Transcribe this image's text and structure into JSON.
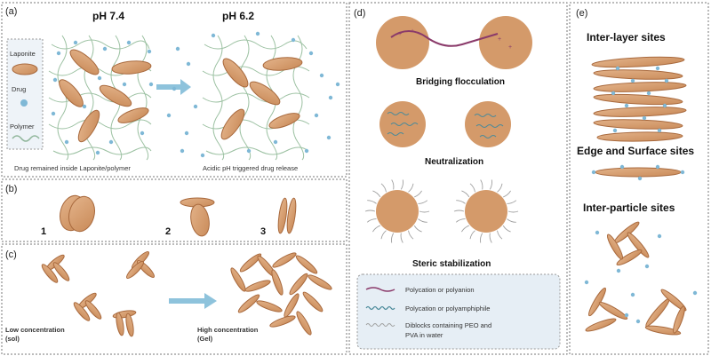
{
  "colors": {
    "particle_fill": "#d49a6a",
    "particle_stroke": "#a8693d",
    "drug": "#7fb8d6",
    "polymer": "#8fb59a",
    "arrow": "#8ec3dc",
    "polycation": "#8a3a6a",
    "amphiphile": "#4a8a9a",
    "diblock": "#a0a0a0",
    "legend_bg": "#e6eef5"
  },
  "panel_a": {
    "label": "(a)",
    "ph_left": "pH 7.4",
    "ph_right": "pH 6.2",
    "legend": [
      "Laponite",
      "Drug",
      "Polymer"
    ],
    "caption_left": "Drug remained inside Laponite/polymer",
    "caption_right": "Acidic pH triggered drug release"
  },
  "panel_b": {
    "label": "(b)",
    "items": [
      "1",
      "2",
      "3"
    ]
  },
  "panel_c": {
    "label": "(c)",
    "low_line1": "Low concentration",
    "low_line2": "(sol)",
    "high_line1": "High concentration",
    "high_line2": "(Gel)"
  },
  "panel_d": {
    "label": "(d)",
    "bridging": "Bridging flocculation",
    "neutralization": "Neutralization",
    "steric": "Steric stabilization",
    "legend": [
      "Polycation or polyanion",
      "Polycation or polyamphiphile",
      "Diblocks containing PEO and",
      "PVA in water"
    ]
  },
  "panel_e": {
    "label": "(e)",
    "interlayer": "Inter-layer sites",
    "edge": "Edge and Surface sites",
    "interparticle": "Inter-particle sites"
  }
}
